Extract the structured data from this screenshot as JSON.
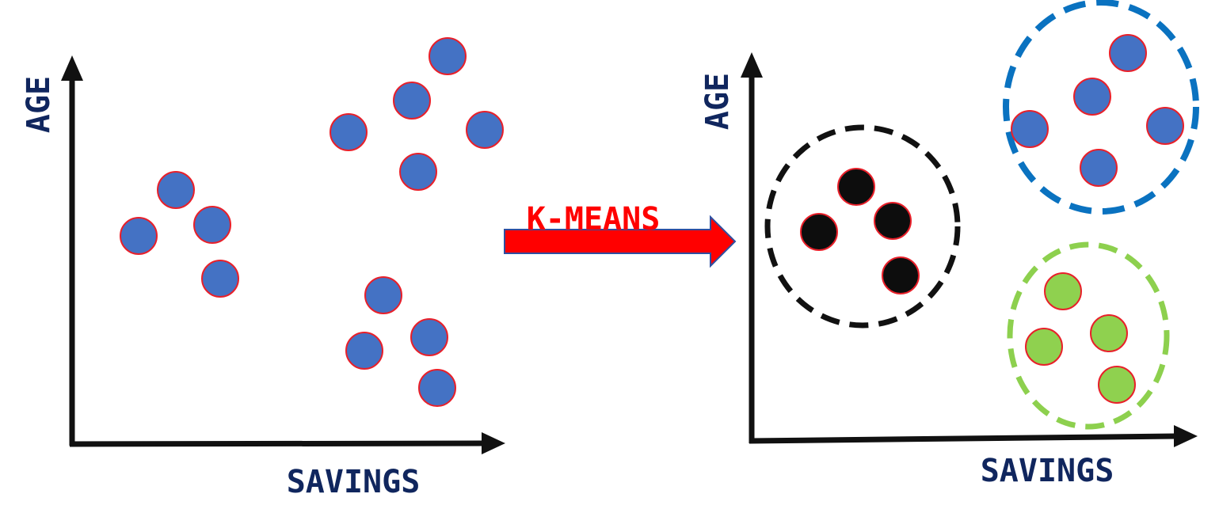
{
  "colors": {
    "axis": "#111111",
    "axis_label": "#10265e",
    "point_fill": "#4472c4",
    "point_stroke": "#e8202a",
    "arrow_fill": "#ff0000",
    "arrow_stroke": "#2f4fa0",
    "arrow_label": "#ff0000",
    "cluster_black": "#111111",
    "cluster_blue": "#0a72c0",
    "cluster_green": "#8dd04e",
    "black_point_fill": "#0d0d0d",
    "green_point_fill": "#8fd14f"
  },
  "left_plot": {
    "x_label": "SAVINGS",
    "y_label": "AGE"
  },
  "transform": {
    "label": "K-MEANS"
  },
  "right_plot": {
    "x_label": "SAVINGS",
    "y_label": "AGE",
    "clusters": [
      {
        "name": "black",
        "icon": "dashed-circle"
      },
      {
        "name": "blue",
        "icon": "dashed-circle"
      },
      {
        "name": "green",
        "icon": "dashed-circle"
      }
    ]
  }
}
